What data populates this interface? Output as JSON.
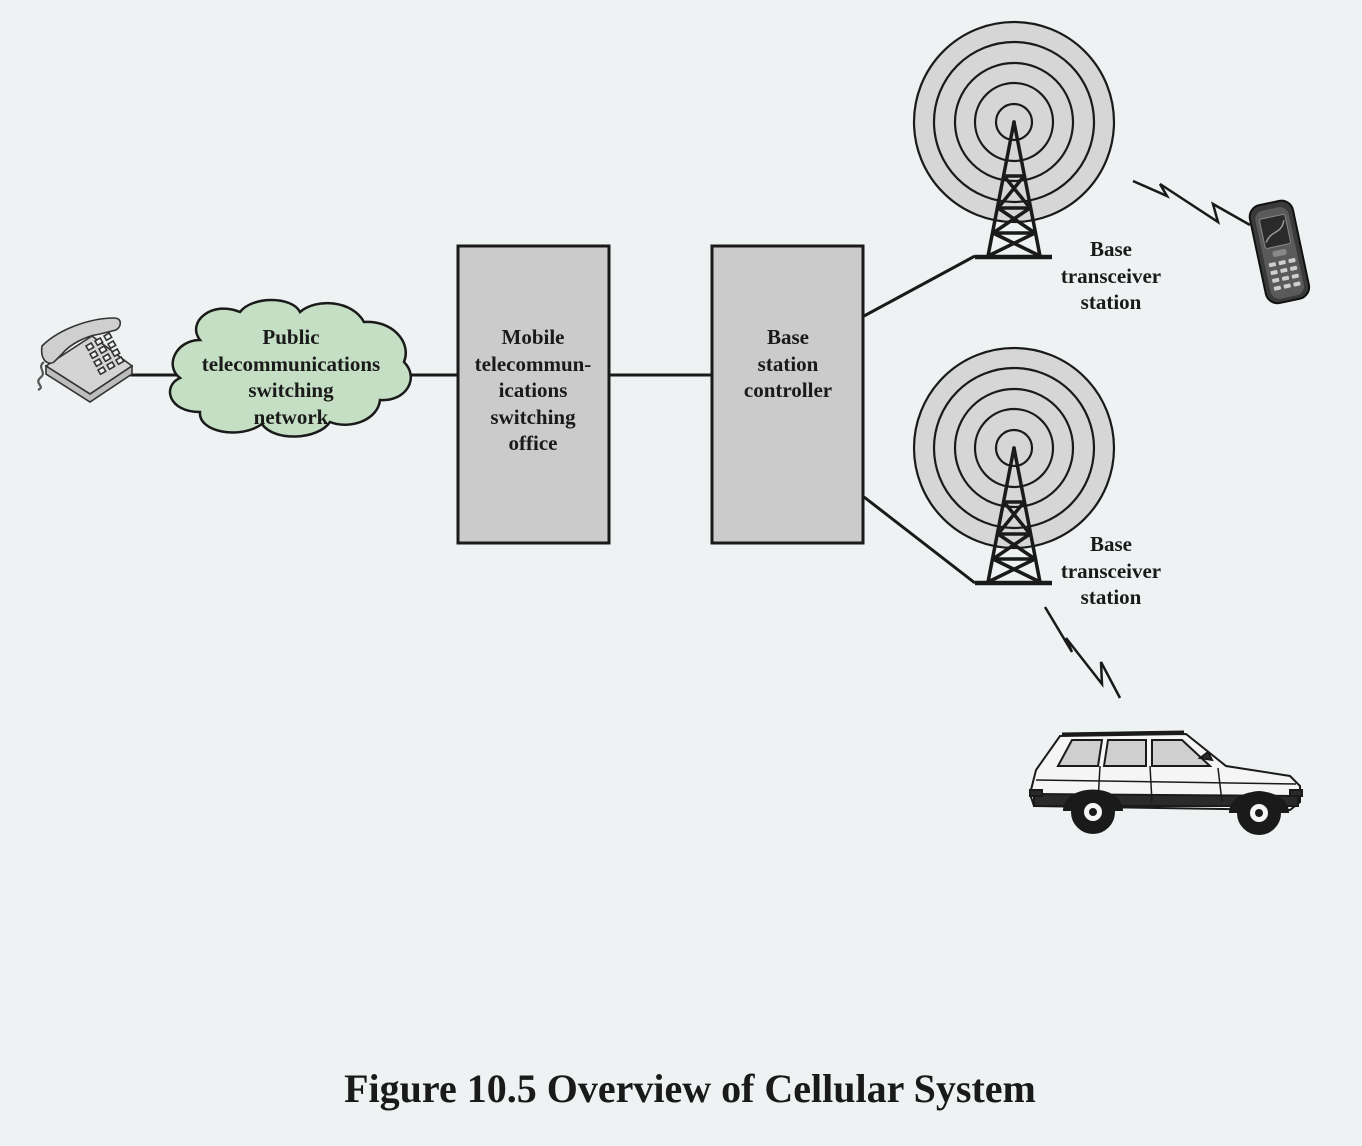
{
  "diagram": {
    "cloud": {
      "lines": [
        "Public",
        "telecommunications",
        "switching",
        "network"
      ],
      "fill": "#c5dfc5"
    },
    "mtso": {
      "lines": [
        "Mobile",
        "telecommun-",
        "ications",
        "switching",
        "office"
      ]
    },
    "bsc": {
      "lines": [
        "Base",
        "station",
        "controller"
      ]
    },
    "bts_top": {
      "lines": [
        "Base",
        "transceiver",
        "station"
      ]
    },
    "bts_bottom": {
      "lines": [
        "Base",
        "transceiver",
        "station"
      ]
    },
    "box_fill": "#cbcbcb",
    "stroke": "#1a1a1a",
    "icons": {
      "telephone": "telephone-icon",
      "mobile_phone": "mobile-phone-icon",
      "car": "car-icon",
      "tower": "antenna-tower-icon",
      "radio_link": "radio-link-icon"
    }
  },
  "caption": "Figure 10.5 Overview of Cellular System"
}
